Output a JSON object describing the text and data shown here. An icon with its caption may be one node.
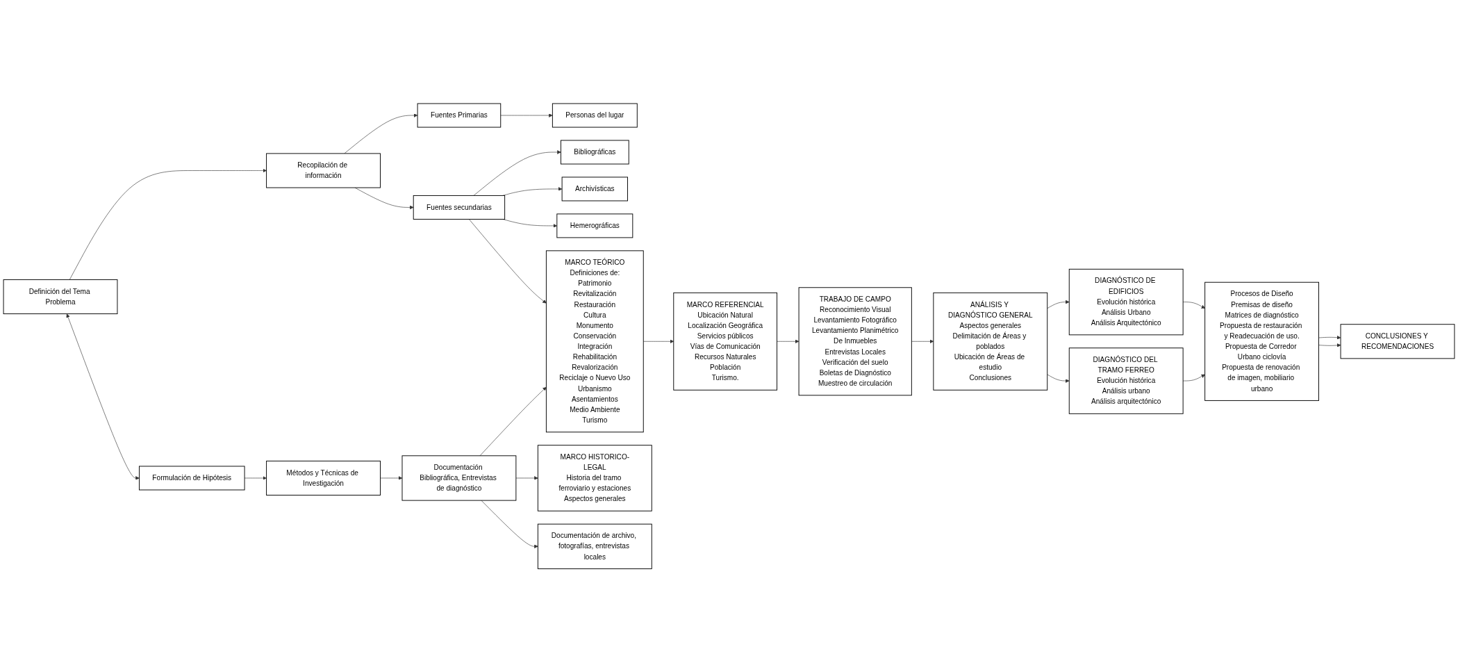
{
  "diagram": {
    "nodes": [
      {
        "text": [
          "Recopilación de información"
        ]
      },
      {
        "text": [
          "Fuentes Primarias"
        ]
      },
      {
        "text": [
          "Personas del lugar"
        ]
      },
      {
        "text": [
          "Fuentes secundarias"
        ]
      },
      {
        "text": [
          "Bibliográficas"
        ]
      },
      {
        "text": [
          "Archivísticas"
        ]
      },
      {
        "text": [
          "Hemerográficas"
        ]
      },
      {
        "text": [
          "TRABAJO DE CAMPO",
          "Reconocimiento Visual",
          "Levantamiento Fotográfico",
          "Levantamiento Planimétrico",
          "De Inmuebles",
          "Entrevistas Locales",
          "Verificación del suelo",
          "Boletas de Diagnóstico",
          "Muestreo de circulación"
        ]
      },
      {
        "text": [
          "ANÁLISIS Y DIAGNÓSTICO GENERAL",
          "Aspectos generales",
          "Delimitación de Áreas y poblados",
          "Ubicación de Áreas de estudio",
          "Conclusiones"
        ]
      },
      {
        "text": [
          "Definición del Tema Problema"
        ]
      },
      {
        "text": [
          "MARCO TEÓRICO",
          "Definiciones de:",
          "Patrimonio",
          "Revitalización",
          "Restauración",
          "Cultura",
          "Monumento",
          "Conservación",
          "Integración",
          "Rehabilitación",
          "Revalorización",
          "Reciclaje o Nuevo Uso",
          "Urbanismo",
          "Asentamientos",
          "Medio Ambiente",
          "Turismo"
        ]
      },
      {
        "text": [
          "MARCO REFERENCIAL",
          "Ubicación Natural",
          "Localización Geográfica",
          "Servicios públicos",
          "Vías de Comunicación",
          "Recursos Naturales",
          "Población",
          "Turismo."
        ]
      },
      {
        "text": [
          "DIAGNÓSTICO DE EDIFICIOS",
          "Evolución histórica",
          "Análisis Urbano",
          "Análisis Arquitectónico"
        ]
      },
      {
        "text": [
          "DIAGNÓSTICO DEL TRAMO FERREO",
          "Evolución histórica",
          "Análisis urbano",
          "Análisis arquitectónico"
        ]
      },
      {
        "text": [
          "Formulación de Hipótesis"
        ]
      },
      {
        "text": [
          "MARCO HISTORICO-LEGAL",
          "Historia del tramo ferroviario y estaciones",
          "Aspectos generales"
        ]
      },
      {
        "text": [
          "Procesos de Diseño",
          "Premisas de diseño",
          "Matrices de diagnóstico",
          "Propuesta de restauración y Readecuación de uso.",
          "Propuesta de Corredor Urbano ciclovía",
          "Propuesta de renovación de imagen, mobiliario urbano"
        ]
      },
      {
        "text": [
          "Métodos y Técnicas de Investigación"
        ]
      },
      {
        "text": [
          "Documentación Bibliográfica, Entrevistas de diagnóstico"
        ]
      },
      {
        "text": [
          "Documentación de archivo, fotografías, entrevistas locales"
        ]
      },
      {
        "text": [
          "CONCLUSIONES Y RECOMENDACIONES"
        ]
      }
    ],
    "edges": [
      {
        "from": 0,
        "to": 1,
        "arrow": "to"
      },
      {
        "from": 0,
        "to": 3,
        "arrow": "to"
      },
      {
        "from": 1,
        "to": 2,
        "arrow": "to"
      },
      {
        "from": 3,
        "to": 4,
        "arrow": "to"
      },
      {
        "from": 3,
        "to": 5,
        "arrow": "to"
      },
      {
        "from": 3,
        "to": 6,
        "arrow": "to"
      },
      {
        "from": 3,
        "to": 10,
        "arrow": "to"
      },
      {
        "from": 9,
        "to": 0,
        "arrow": "to"
      },
      {
        "from": 9,
        "to": 14,
        "arrow": "both"
      },
      {
        "from": 14,
        "to": 17,
        "arrow": "to"
      },
      {
        "from": 17,
        "to": 18,
        "arrow": "to"
      },
      {
        "from": 18,
        "to": 10,
        "arrow": "to"
      },
      {
        "from": 18,
        "to": 15,
        "arrow": "to"
      },
      {
        "from": 18,
        "to": 19,
        "arrow": "to"
      },
      {
        "from": 10,
        "to": 11,
        "arrow": "to"
      },
      {
        "from": 11,
        "to": 7,
        "arrow": "to"
      },
      {
        "from": 7,
        "to": 8,
        "arrow": "to"
      },
      {
        "from": 8,
        "to": 12,
        "arrow": "to"
      },
      {
        "from": 8,
        "to": 13,
        "arrow": "to"
      },
      {
        "from": 12,
        "to": 16,
        "arrow": "to"
      },
      {
        "from": 13,
        "to": 16,
        "arrow": "to"
      },
      {
        "from": 16,
        "to": 20,
        "arrow": "to"
      },
      {
        "from": 16,
        "to": 20,
        "arrow": "to"
      }
    ]
  }
}
